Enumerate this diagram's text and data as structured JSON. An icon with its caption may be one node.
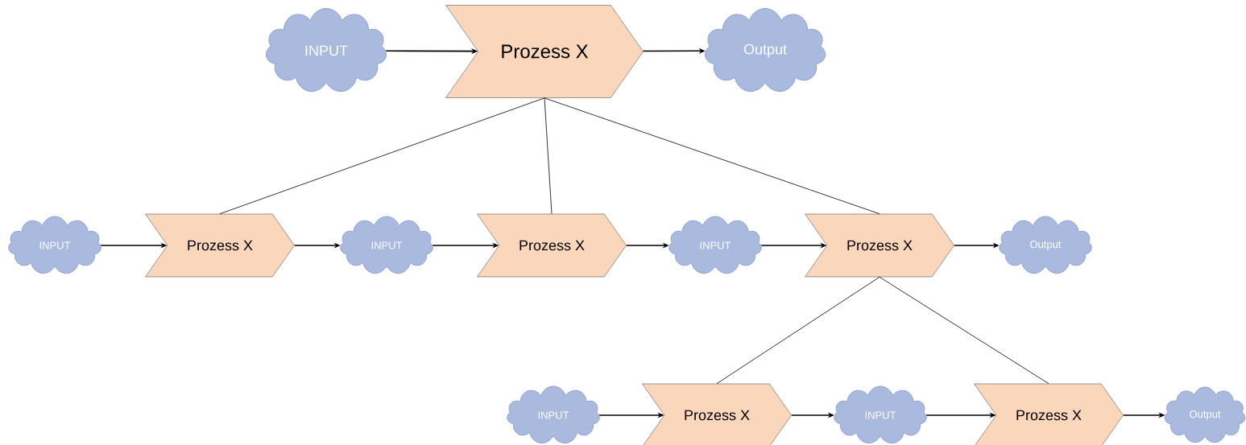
{
  "diagram": {
    "nodes": [
      {
        "text": [
          "INPUT"
        ]
      },
      {
        "text": [
          "Prozess X"
        ]
      },
      {
        "text": [
          "Output"
        ]
      },
      {
        "text": [
          "INPUT"
        ]
      },
      {
        "text": [
          "Prozess X"
        ]
      },
      {
        "text": [
          "INPUT"
        ]
      },
      {
        "text": [
          "Prozess X"
        ]
      },
      {
        "text": [
          "INPUT"
        ]
      },
      {
        "text": [
          "Prozess X"
        ]
      },
      {
        "text": [
          "Output"
        ]
      },
      {
        "text": [
          "INPUT"
        ]
      },
      {
        "text": [
          "Prozess X"
        ]
      },
      {
        "text": [
          "INPUT"
        ]
      },
      {
        "text": [
          "Prozess X"
        ]
      },
      {
        "text": [
          "Output"
        ]
      }
    ],
    "edges": [
      {
        "from": 0,
        "to": 1,
        "arrow": "to"
      },
      {
        "from": 1,
        "to": 2,
        "arrow": "to"
      },
      {
        "from": 3,
        "to": 4,
        "arrow": "to"
      },
      {
        "from": 4,
        "to": 5,
        "arrow": "to"
      },
      {
        "from": 5,
        "to": 6,
        "arrow": "to"
      },
      {
        "from": 6,
        "to": 7,
        "arrow": "to"
      },
      {
        "from": 7,
        "to": 8,
        "arrow": "to"
      },
      {
        "from": 8,
        "to": 9,
        "arrow": "to"
      },
      {
        "from": 10,
        "to": 11,
        "arrow": "to"
      },
      {
        "from": 11,
        "to": 12,
        "arrow": "to"
      },
      {
        "from": 12,
        "to": 13,
        "arrow": "to"
      },
      {
        "from": 13,
        "to": 14,
        "arrow": "to"
      },
      {
        "from": 1,
        "to": 4,
        "arrow": "none"
      },
      {
        "from": 1,
        "to": 6,
        "arrow": "none"
      },
      {
        "from": 1,
        "to": 8,
        "arrow": "none"
      },
      {
        "from": 8,
        "to": 11,
        "arrow": "none"
      },
      {
        "from": 8,
        "to": 13,
        "arrow": "none"
      }
    ]
  }
}
